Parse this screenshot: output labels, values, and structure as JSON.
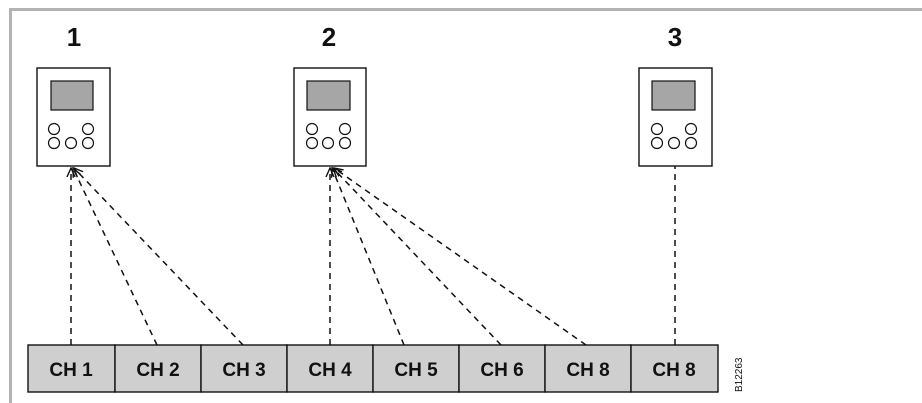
{
  "devices": [
    {
      "number": "1"
    },
    {
      "number": "2"
    },
    {
      "number": "3"
    }
  ],
  "channels": [
    "CH 1",
    "CH 2",
    "CH 3",
    "CH 4",
    "CH 5",
    "CH 6",
    "CH 8",
    "CH 8"
  ],
  "reference_code": "B12263",
  "assignments": [
    {
      "device": "1",
      "channels": [
        "CH 1",
        "CH 2",
        "CH 3"
      ]
    },
    {
      "device": "2",
      "channels": [
        "CH 4",
        "CH 5",
        "CH 6",
        "CH 8"
      ]
    },
    {
      "device": "3",
      "channels": [
        "CH 8"
      ]
    }
  ],
  "colors": {
    "frame": "#b3b3b3",
    "channel_fill": "#cfcfcf",
    "device_screen": "#a6a6a6",
    "line": "#111111"
  }
}
